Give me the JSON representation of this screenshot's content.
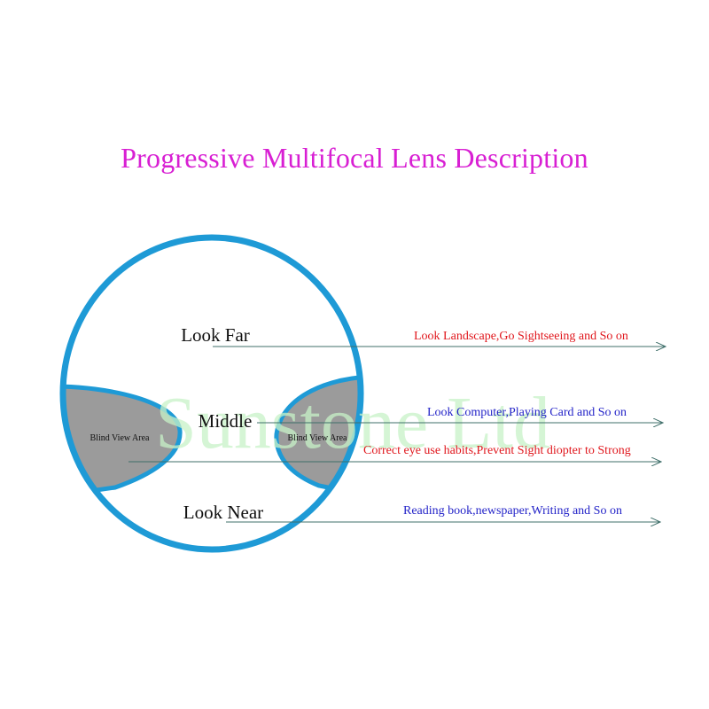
{
  "title": "Progressive Multifocal Lens Description",
  "watermark": "Sunstone Ltd",
  "zones": {
    "far": "Look Far",
    "middle": "Middle",
    "near": "Look Near"
  },
  "blind_areas": {
    "left": "Blind View Area",
    "right": "Blind View Area"
  },
  "descriptions": {
    "far": "Look Landscape,Go Sightseeing and So on",
    "middle_upper": "Look Computer,Playing Card and So on",
    "middle_lower": "Correct eye use habits,Prevent Sight diopter to Strong",
    "near": "Reading book,newspaper,Writing and So on"
  },
  "colors": {
    "title": "#d81fd3",
    "lens_outline": "#1e9ad6",
    "blind_fill": "#9b9b9b",
    "desc_red": "#e0161c",
    "desc_blue": "#2323c8",
    "arrow": "#3f6f6a",
    "watermark": "#c8f2c8"
  }
}
